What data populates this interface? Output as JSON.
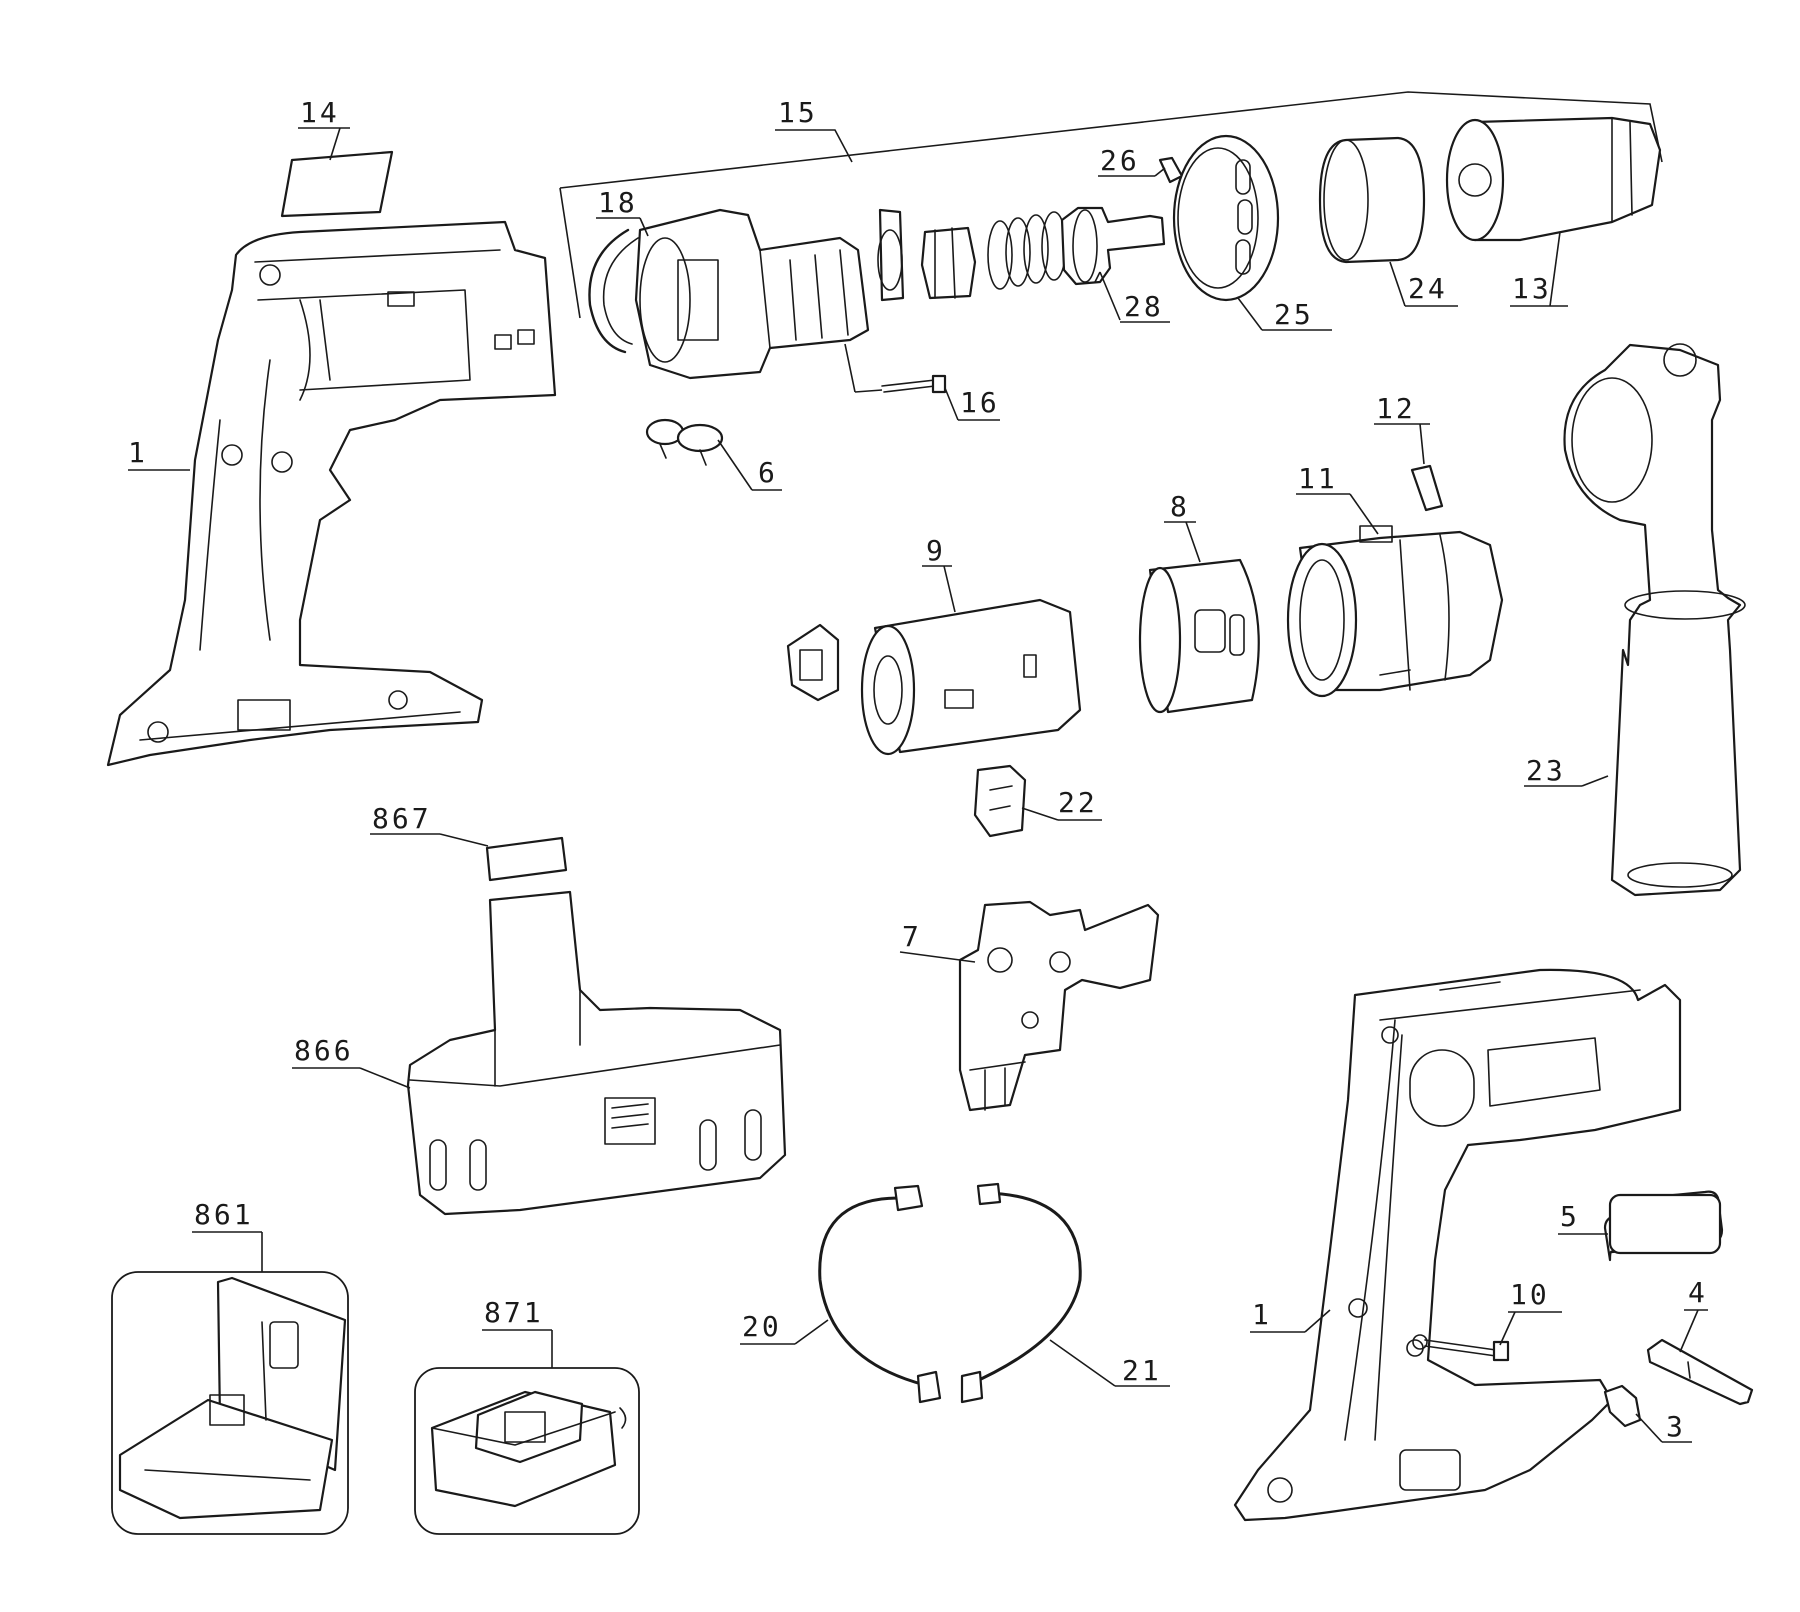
{
  "callouts": {
    "c1_left": "1",
    "c1_right": "1",
    "c3": "3",
    "c4": "4",
    "c5": "5",
    "c6": "6",
    "c7": "7",
    "c8": "8",
    "c9": "9",
    "c10": "10",
    "c11": "11",
    "c12": "12",
    "c13": "13",
    "c14": "14",
    "c15": "15",
    "c16": "16",
    "c18": "18",
    "c20": "20",
    "c21": "21",
    "c22": "22",
    "c23": "23",
    "c24": "24",
    "c25": "25",
    "c26": "26",
    "c28": "28",
    "c861": "861",
    "c866": "866",
    "c867": "867",
    "c871": "871"
  }
}
